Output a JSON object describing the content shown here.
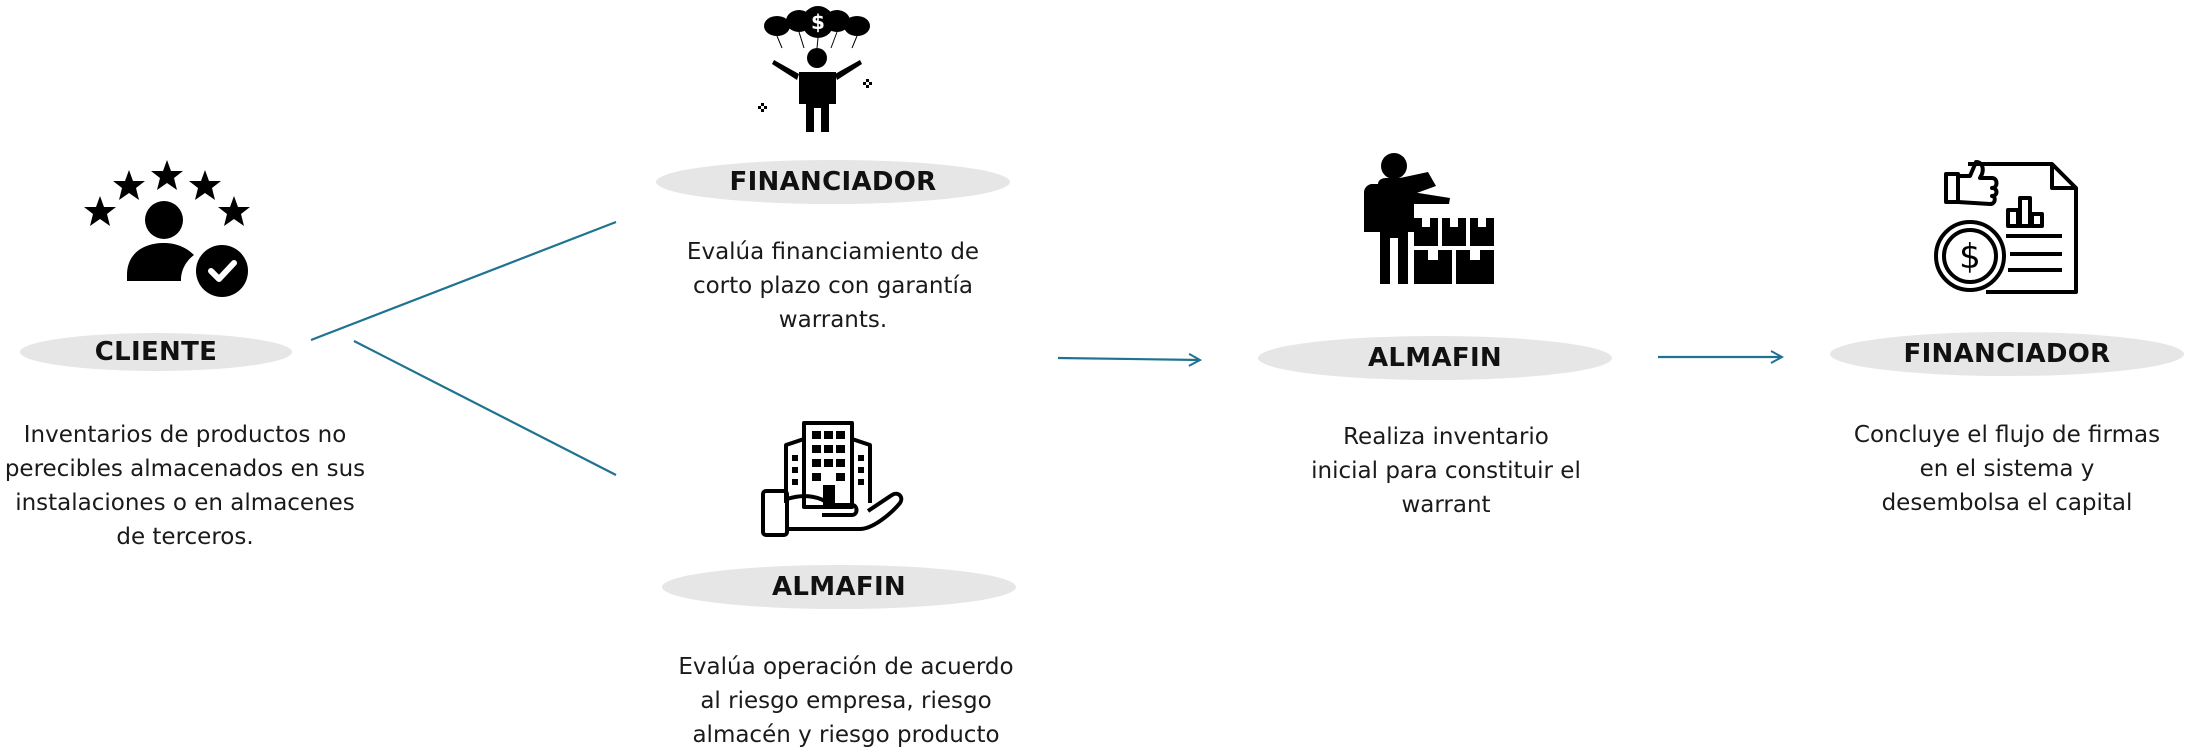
{
  "accent_color": "#1f7391",
  "nodes": {
    "cliente": {
      "title": "CLIENTE",
      "description": "Inventarios de productos no\nperecibles almacenados en sus\ninstalaciones o en almacenes\nde terceros.",
      "icon": "customer-rating-icon"
    },
    "financiador_eval": {
      "title": "FINANCIADOR",
      "description": "Evalúa financiamiento de\ncorto plazo con garantía\nwarrants.",
      "icon": "person-money-balloons-icon"
    },
    "almafin_eval": {
      "title": "ALMAFIN",
      "description": "Evalúa operación de acuerdo\nal riesgo empresa, riesgo\nalmacén y riesgo producto",
      "icon": "building-in-hand-icon"
    },
    "almafin_inventario": {
      "title": "ALMAFIN",
      "description": "Realiza inventario\ninicial para constituir el\nwarrant",
      "icon": "worker-with-boxes-icon"
    },
    "financiador_final": {
      "title": "FINANCIADOR",
      "description": "Concluye el flujo de firmas\nen el sistema y\ndesembolsa el capital",
      "icon": "report-money-thumbs-up-icon"
    }
  }
}
